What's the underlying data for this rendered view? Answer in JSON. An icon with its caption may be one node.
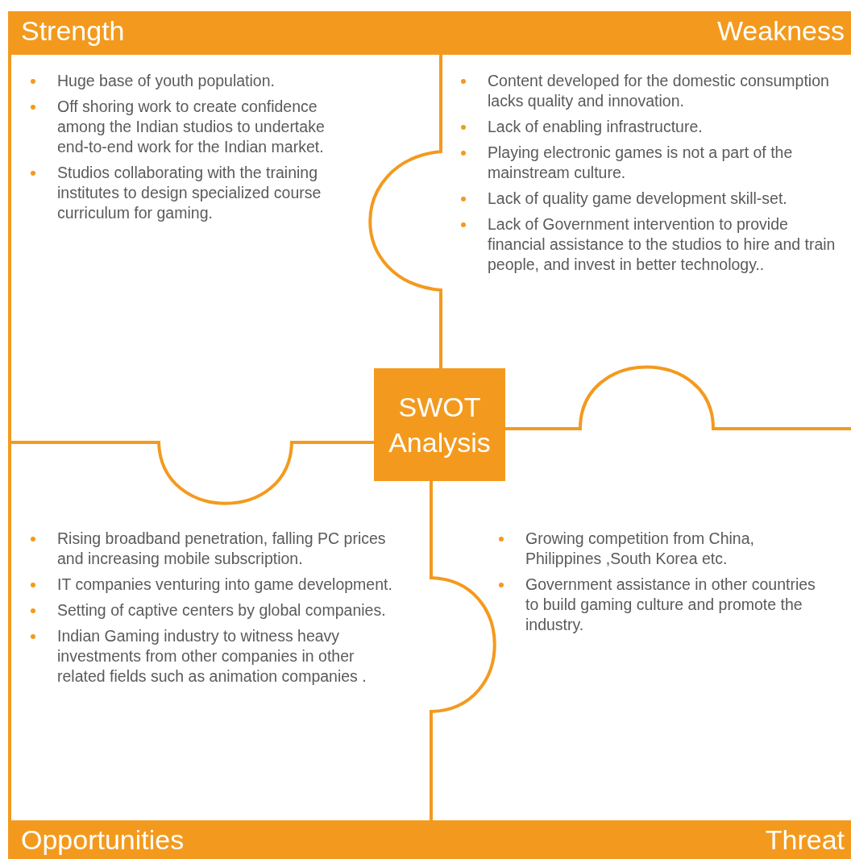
{
  "diagram": {
    "nodes": [
      {
        "text": [
          "Strength",
          "Huge base of youth population.",
          "Off shoring work to create confidence among the Indian studios to undertake end-to-end work for the Indian market.",
          "Studios collaborating with the training institutes to design specialized course curriculum for gaming."
        ]
      },
      {
        "text": [
          "Weakness",
          "Content developed for the domestic consumption lacks quality and innovation.",
          "Lack of enabling infrastructure.",
          "Playing electronic games is not a part of the mainstream culture.",
          "Lack of quality game development skill-set.",
          "Lack of Government intervention to provide financial assistance to the studios to hire and train people,  and invest in better technology.."
        ]
      },
      {
        "text": [
          "Rising broadband penetration, falling PC prices and increasing mobile subscription.",
          "IT companies venturing into game development.",
          "Setting of captive centers by global companies.",
          "Indian Gaming industry to witness heavy investments from other companies in other related fields such as animation companies .",
          "Opportunities"
        ]
      },
      {
        "text": [
          "Growing competition from China, Philippines ,South Korea etc.",
          "Government assistance in other countries to build gaming culture and promote the industry.",
          "Threat"
        ]
      },
      {
        "text": [
          "SWOT Analysis"
        ]
      }
    ],
    "edges": []
  }
}
